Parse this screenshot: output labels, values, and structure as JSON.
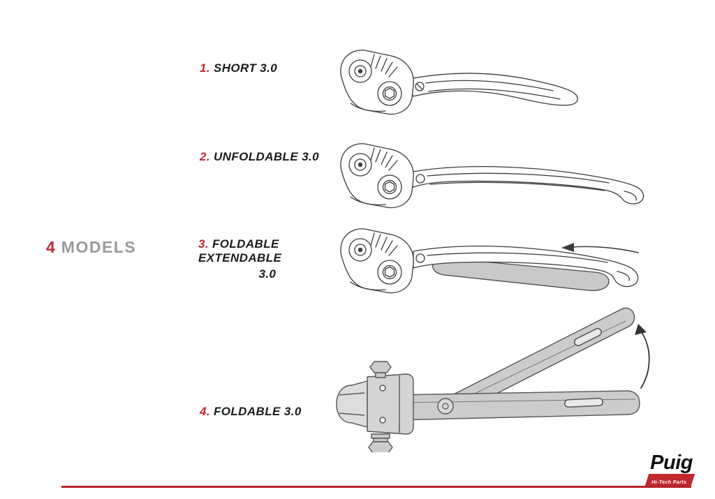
{
  "heading": {
    "number": "4",
    "label": "MODELS"
  },
  "models": [
    {
      "number": "1.",
      "name": "SHORT 3.0"
    },
    {
      "number": "2.",
      "name": "UNFOLDABLE 3.0"
    },
    {
      "number": "3.",
      "name": "FOLDABLE EXTENDABLE",
      "name_line2": "3.0"
    },
    {
      "number": "4.",
      "name": "FOLDABLE 3.0"
    }
  ],
  "illustrations": [
    {
      "name": "short-3.0-lever"
    },
    {
      "name": "unfoldable-3.0-lever"
    },
    {
      "name": "foldable-extendable-3.0-lever",
      "icon": "extend-arrow-left"
    },
    {
      "name": "foldable-3.0-lever-folded",
      "icon": "fold-arrow-curved-up"
    }
  ],
  "brand": {
    "name": "Puig",
    "tagline": "Hi-Tech Parts"
  },
  "colors": {
    "accent_red": "#c1272d",
    "heading_gray": "#9b9b9b",
    "line_art": "#3c3c3c",
    "shade_gray": "#c9c9c9"
  }
}
